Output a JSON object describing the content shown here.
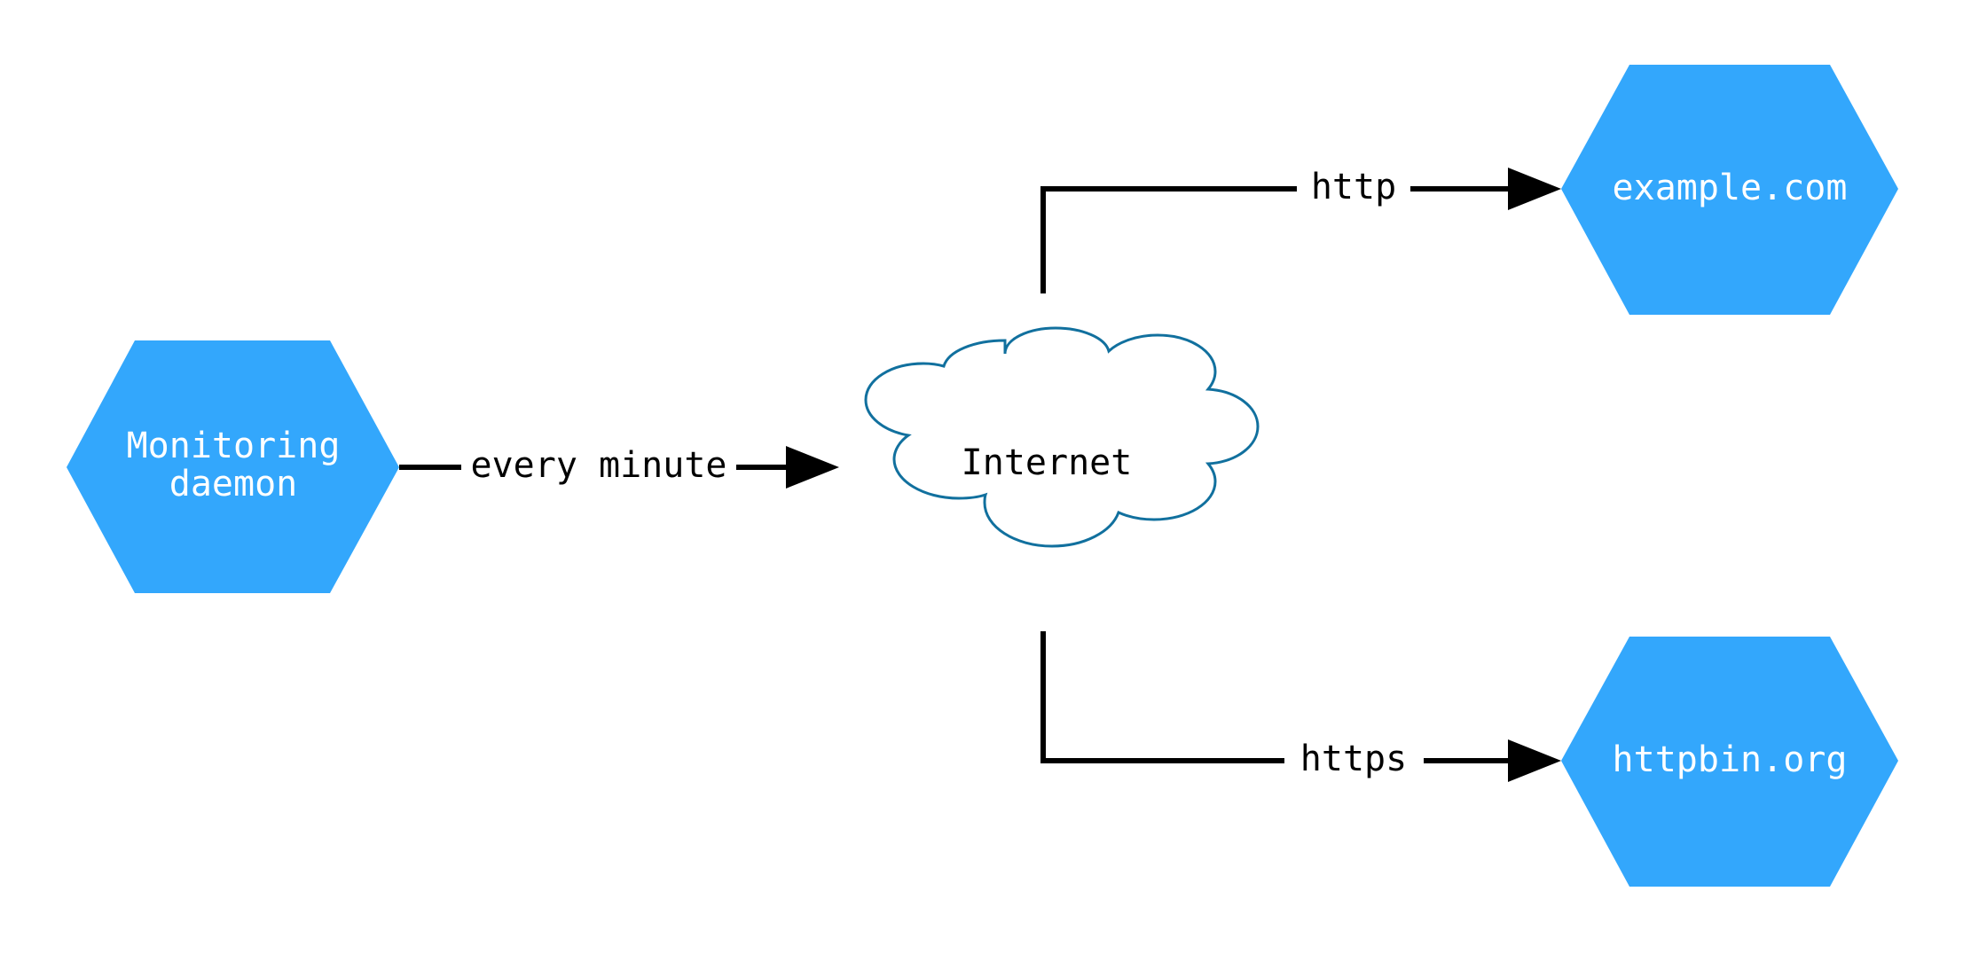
{
  "diagram": {
    "type": "network-flow-diagram",
    "background_color": "#ffffff",
    "palette": {
      "node_fill": "#33a7fc",
      "node_text": "#ffffff",
      "cloud_stroke": "#11709e",
      "cloud_fill": "#ffffff",
      "edge_stroke": "#000000",
      "edge_text": "#000000"
    },
    "nodes": [
      {
        "id": "monitoring-daemon",
        "shape": "hexagon",
        "label_line1": "Monitoring",
        "label_line2": "daemon",
        "fill": "#33a7fc",
        "text_color": "#ffffff"
      },
      {
        "id": "internet",
        "shape": "cloud",
        "label": "Internet",
        "fill": "#ffffff",
        "stroke": "#11709e",
        "text_color": "#000000"
      },
      {
        "id": "example-com",
        "shape": "hexagon",
        "label": "example.com",
        "fill": "#33a7fc",
        "text_color": "#ffffff"
      },
      {
        "id": "httpbin-org",
        "shape": "hexagon",
        "label": "httpbin.org",
        "fill": "#33a7fc",
        "text_color": "#ffffff"
      }
    ],
    "edges": [
      {
        "id": "daemon-to-internet",
        "from": "monitoring-daemon",
        "to": "internet",
        "label": "every minute",
        "style": "straight",
        "arrow": "end"
      },
      {
        "id": "internet-to-example",
        "from": "internet",
        "to": "example-com",
        "label": "http",
        "style": "elbow-up",
        "arrow": "end"
      },
      {
        "id": "internet-to-httpbin",
        "from": "internet",
        "to": "httpbin-org",
        "label": "https",
        "style": "elbow-down",
        "arrow": "end"
      }
    ]
  }
}
